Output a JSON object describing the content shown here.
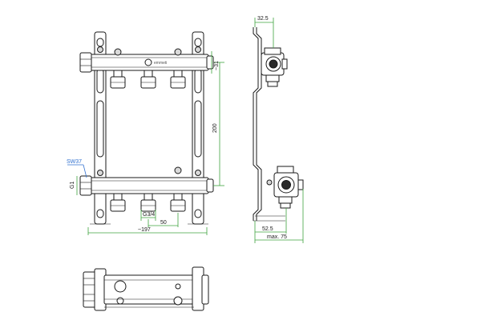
{
  "drawing": {
    "brand_mark": "emmeti",
    "front_view": {
      "dim_width": "~197",
      "dim_spacing": "50",
      "dim_height": "200",
      "dim_side_top": "~31",
      "label_outlet": "G3/4",
      "label_inlet": "G1",
      "label_wrench": "SW37"
    },
    "side_view": {
      "dim_top": "32.5",
      "dim_bottom": "52.5",
      "dim_max": "max. 75"
    }
  },
  "colors": {
    "line": "#1a1a1a",
    "dimension_green": "#3fa43f",
    "dimension_blue": "#2f6fcf",
    "fill_gray": "#d9d9d9"
  }
}
